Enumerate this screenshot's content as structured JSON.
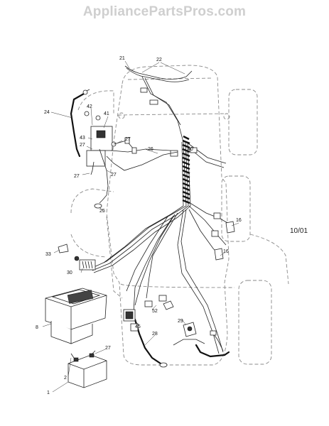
{
  "watermark": "AppliancePartsPros.com",
  "revision": "10/01",
  "callouts": {
    "c1": "1",
    "c2": "2",
    "c8": "8",
    "c16a": "16",
    "c16b": "16",
    "c21": "21",
    "c22": "22",
    "c24": "24",
    "c25": "25",
    "c26": "26",
    "c27a": "27",
    "c27b": "27",
    "c27c": "27",
    "c27d": "27",
    "c27e": "27",
    "c28": "28",
    "c29": "29",
    "c30": "30",
    "c33": "33",
    "c40": "40",
    "c41": "41",
    "c42": "42",
    "c43": "43",
    "c45": "45",
    "c52": "52"
  }
}
